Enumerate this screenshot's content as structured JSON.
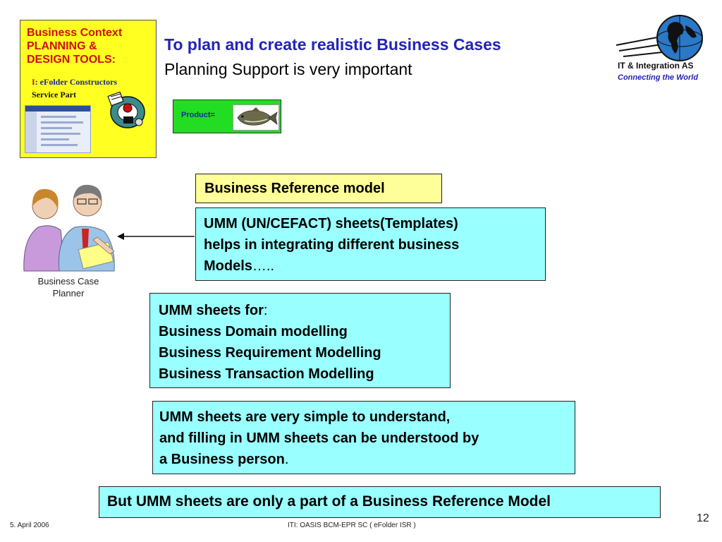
{
  "context_box": {
    "title_line1": "Business Context",
    "title_line2": "PLANNING &",
    "title_line3": "DESIGN  TOOLS:",
    "sub_roman": "I",
    "sub_text": ": eFolder Constructors",
    "part": "Service Part",
    "background": "#ffff22"
  },
  "header": {
    "title": "To plan and create realistic Business Cases",
    "subtitle": "Planning Support is very important"
  },
  "logo": {
    "name": "IT & Integration AS",
    "tagline": "Connecting the World",
    "icon": "globe-icon"
  },
  "product": {
    "label": "Product=",
    "image": "fish-icon",
    "background": "#22dd22"
  },
  "planner": {
    "icon": "people-icon",
    "caption_line1": "Business Case",
    "caption_line2": "Planner"
  },
  "boxes": {
    "brm": "Business Reference model",
    "umm1_line1": "UMM (UN/CEFACT) sheets(Templates)",
    "umm1_line2": "helps in integrating different business",
    "umm1_line3": "Models",
    "umm1_ellipsis": "…..",
    "umm2_line1": "UMM sheets for",
    "umm2_colon": ":",
    "umm2_line2": "Business Domain modelling",
    "umm2_line3": "Business Requirement Modelling",
    "umm2_line4": "Business Transaction Modelling",
    "umm3_line1": "UMM sheets are very simple to understand,",
    "umm3_line2": "and filling in UMM sheets can be understood by",
    "umm3_line3": "a Business person",
    "umm3_period": ".",
    "umm4": "But UMM sheets are only a part of a  Business Reference Model"
  },
  "colors": {
    "yellow_box": "#ffff99",
    "cyan_box": "#99ffff",
    "title_blue": "#2323b8"
  },
  "footer": {
    "date": "5. April 2006",
    "center": "ITI: OASIS BCM-EPR SC ( eFolder ISR )",
    "page_number": "12"
  }
}
